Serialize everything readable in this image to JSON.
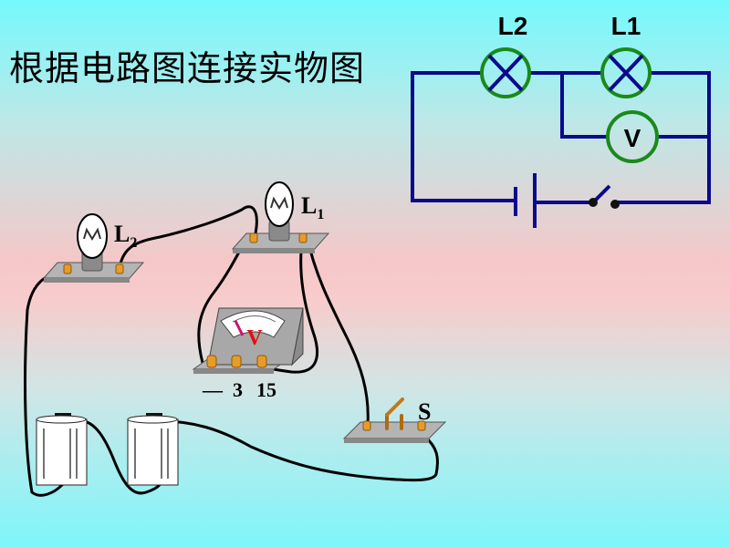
{
  "title": "根据电路图连接实物图",
  "schematic": {
    "lamp1_label": "L1",
    "lamp2_label": "L2",
    "voltmeter_label": "V",
    "wire_color": "#0a0a8c",
    "component_color": "#1a8a1a"
  },
  "physical": {
    "lamp1_label": "L",
    "lamp1_sub": "1",
    "lamp2_label": "L",
    "lamp2_sub": "2",
    "voltmeter_face": "V",
    "voltmeter_terminals": [
      "—",
      "3",
      "15"
    ],
    "switch_label": "S"
  }
}
